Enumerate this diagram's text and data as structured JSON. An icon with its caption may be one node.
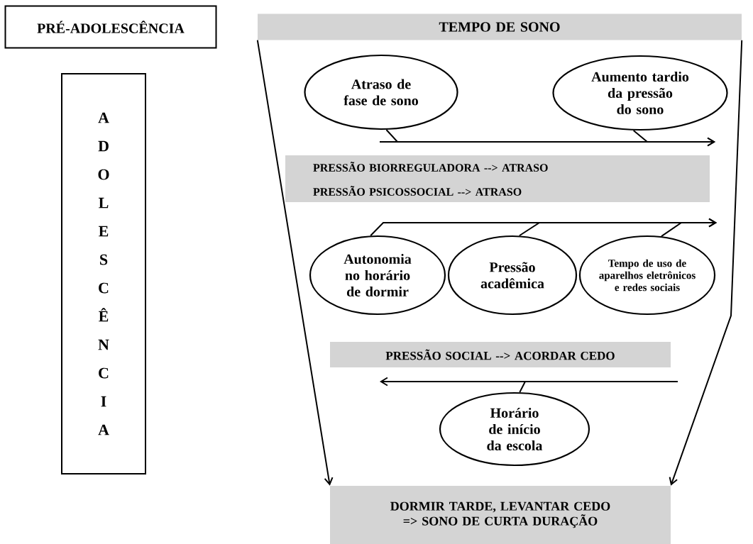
{
  "diagram": {
    "nodes": [
      {
        "text": [
          "PRÉ-ADOLESCÊNCIA"
        ]
      },
      {
        "text": [
          "A D O L E S C Ê N C I A"
        ]
      },
      {
        "text": [
          "TEMPO DE SONO"
        ]
      },
      {
        "text": [
          "Atraso de fase de sono"
        ]
      },
      {
        "text": [
          "Aumento tardio da pressão do sono"
        ]
      },
      {
        "text": [
          "PRESSÃO BIORREGULADORA  --> ATRASO",
          "PRESSÃO PSICOSSOCIAL --> ATRASO"
        ]
      },
      {
        "text": [
          "Autonomia no horário de dormir"
        ]
      },
      {
        "text": [
          "Pressão acadêmica"
        ]
      },
      {
        "text": [
          "Tempo de uso de aparelhos eletrônicos e redes sociais"
        ]
      },
      {
        "text": [
          "PRESSÃO SOCIAL --> ACORDAR CEDO"
        ]
      },
      {
        "text": [
          "Horário de início da escola"
        ]
      },
      {
        "text": [
          "DORMIR TARDE, LEVANTAR CEDO => SONO DE CURTA DURAÇÃO"
        ]
      }
    ],
    "edges": [
      {
        "from": 2,
        "to": 11,
        "arrow": "to"
      },
      {
        "from": 2,
        "to": 11,
        "arrow": "to"
      },
      {
        "from": 3,
        "to": null,
        "arrow": "to"
      },
      {
        "from": 4,
        "to": null,
        "arrow": "to"
      },
      {
        "from": 6,
        "to": null,
        "arrow": "to"
      },
      {
        "from": 7,
        "to": null,
        "arrow": "to"
      },
      {
        "from": 8,
        "to": null,
        "arrow": "to"
      },
      {
        "from": 10,
        "to": null,
        "arrow": "to"
      }
    ]
  }
}
